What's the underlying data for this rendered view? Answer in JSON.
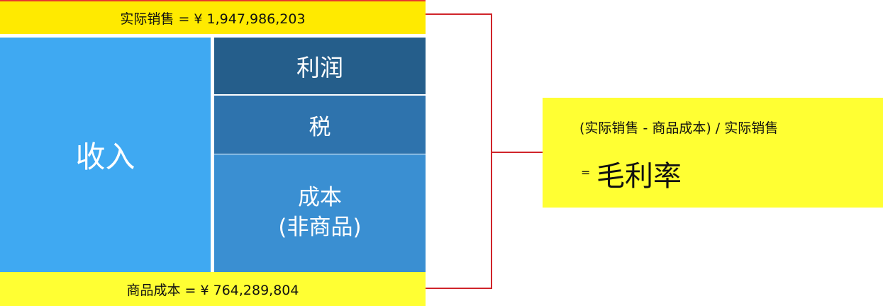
{
  "top_banner": {
    "text": "实际销售 = ¥ 1,947,986,203"
  },
  "bottom_banner": {
    "text": "商品成本 = ¥ 764,289,804"
  },
  "blocks": {
    "revenue": "收入",
    "profit": "利润",
    "tax": "税",
    "cost_line1": "成本",
    "cost_line2": "(非商品)"
  },
  "formula": {
    "expression": "(实际销售 - 商品成本) / 实际销售",
    "equals": "=",
    "result": "毛利率"
  },
  "colors": {
    "banner_yellow": "#ffea00",
    "formula_yellow": "#ffff33",
    "revenue_blue": "#3fa9f2",
    "profit_blue": "#255e8b",
    "tax_blue": "#2e73ad",
    "cost_blue": "#3a8fd2",
    "connector_red": "#d0242a"
  }
}
